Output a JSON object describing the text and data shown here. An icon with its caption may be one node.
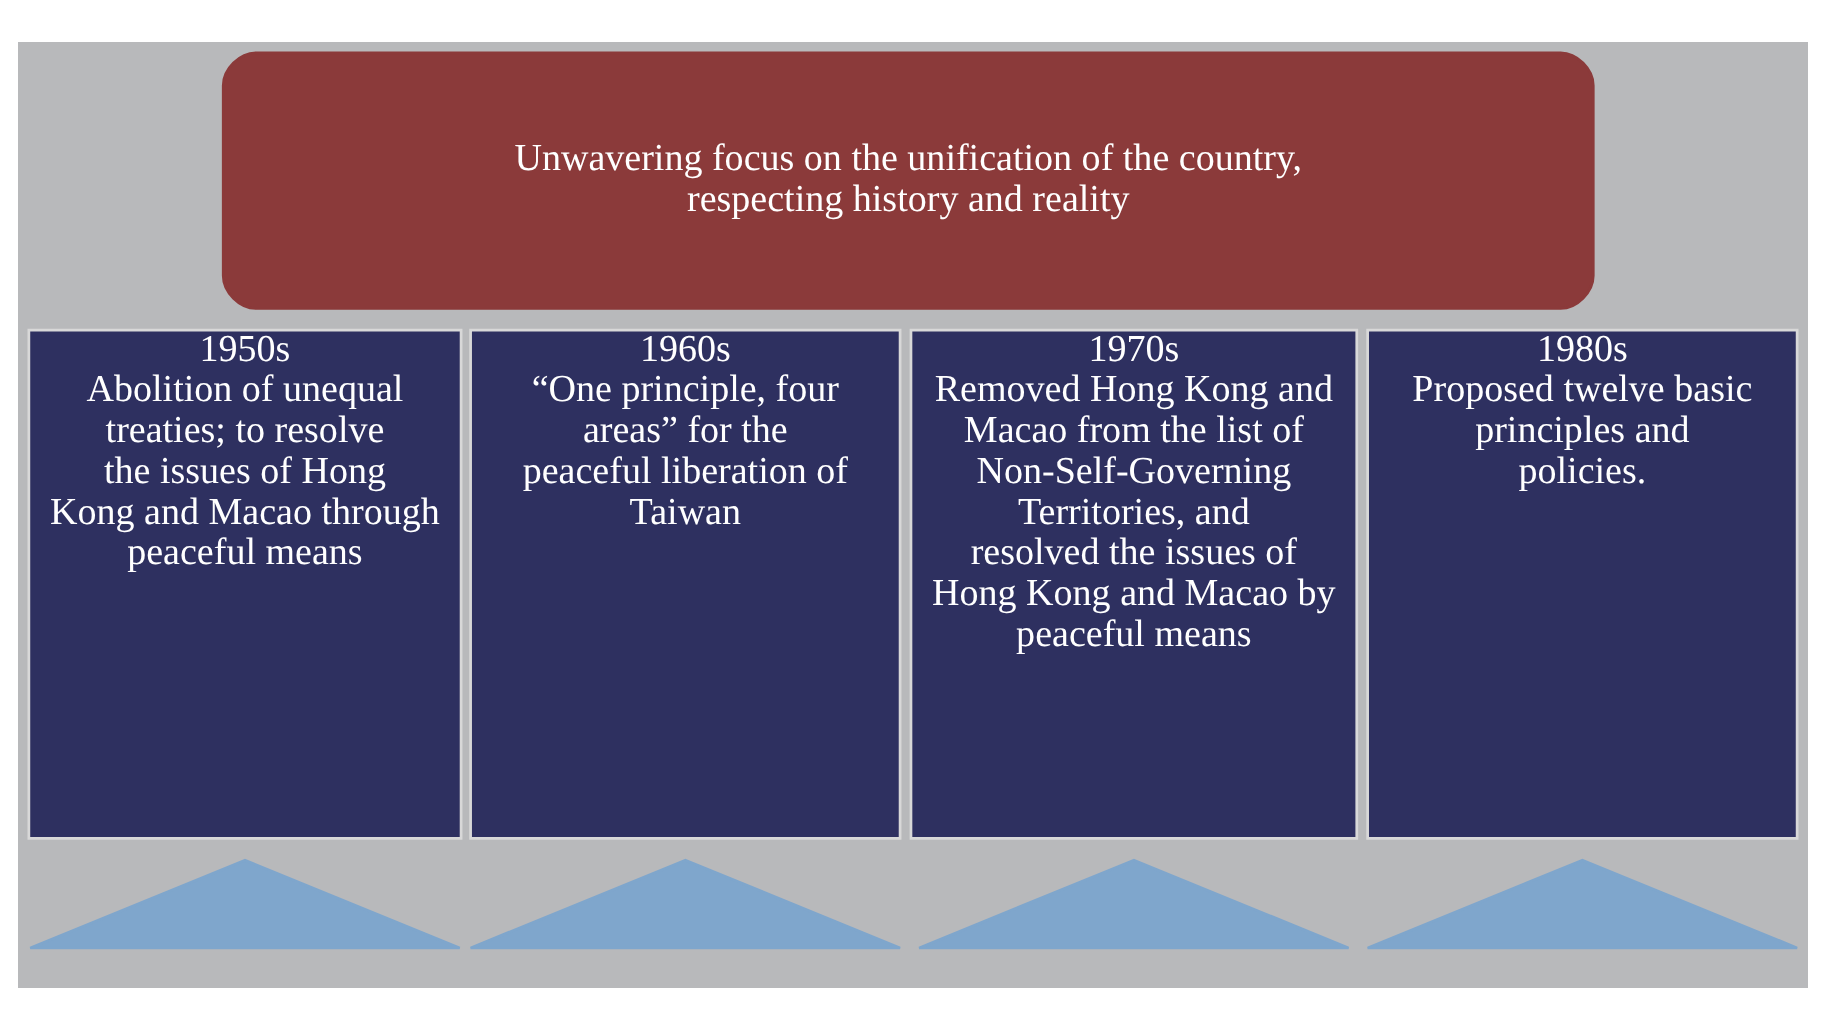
{
  "diagram": {
    "nodes": [
      {
        "text": [
          "Unwavering focus on the unification of the country, respecting history and reality"
        ]
      },
      {
        "text": [
          "1950s",
          "Abolition of unequal treaties; to resolve the issues of Hong Kong and Macao through peaceful means"
        ]
      },
      {
        "text": [
          "1960s",
          "“One principle, four areas” for the peaceful liberation of Taiwan"
        ]
      },
      {
        "text": [
          "1970s",
          "Removed Hong Kong and Macao from the list of Non-Self-Governing Territories, and resolved the issues of Hong Kong and Macao by peaceful means"
        ]
      },
      {
        "text": [
          "1980s",
          "Proposed twelve basic principles and policies."
        ]
      },
      {
        "text": [],
        "shape": "triangle"
      },
      {
        "text": [],
        "shape": "triangle"
      },
      {
        "text": [],
        "shape": "triangle"
      },
      {
        "text": [],
        "shape": "triangle"
      }
    ],
    "edges": []
  }
}
